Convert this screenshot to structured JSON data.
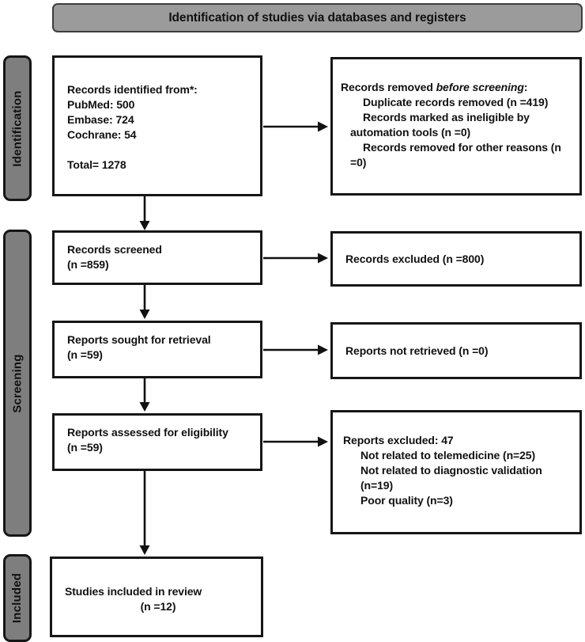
{
  "banner": {
    "title": "Identification of studies via databases and registers"
  },
  "sidebar": {
    "identification": "Identification",
    "screening": "Screening",
    "included": "Included"
  },
  "boxes": {
    "records_identified": {
      "lines": [
        "Records identified from*:",
        "PubMed: 500",
        "Embase: 724",
        "Cochrane: 54",
        "",
        "Total= 1278"
      ]
    },
    "records_removed": {
      "title_prefix": "Records removed ",
      "title_italic": "before screening",
      "title_suffix": ":",
      "items": [
        "Duplicate records removed (n =419)",
        "Records marked as ineligible by automation tools (n =0)",
        "Records removed for other reasons (n =0)"
      ]
    },
    "records_screened": {
      "lines": [
        "Records screened",
        "(n =859)"
      ]
    },
    "records_excluded": {
      "text": "Records excluded (n =800)"
    },
    "reports_sought": {
      "lines": [
        "Reports sought for retrieval",
        "(n =59)"
      ]
    },
    "reports_not_retrieved": {
      "text": "Reports not retrieved (n =0)"
    },
    "reports_assessed": {
      "lines": [
        "Reports assessed for eligibility",
        "(n =59)"
      ]
    },
    "reports_excluded": {
      "title": "Reports excluded: 47",
      "items": [
        "Not related to telemedicine (n=25)",
        "Not related to diagnostic validation (n=19)",
        "Poor quality (n=3)"
      ]
    },
    "studies_included": {
      "line1": "Studies included in review",
      "line2": "(n =12)"
    }
  },
  "colors": {
    "banner_fill": "#9b9b9b",
    "banner_border": "#3d3d3d",
    "stage_fill": "#7e7e7e",
    "stage_border": "#161616",
    "box_border": "#161616",
    "box_fill": "#ffffff",
    "text": "#111111",
    "arrow": "#111111",
    "background": "#ffffff"
  }
}
